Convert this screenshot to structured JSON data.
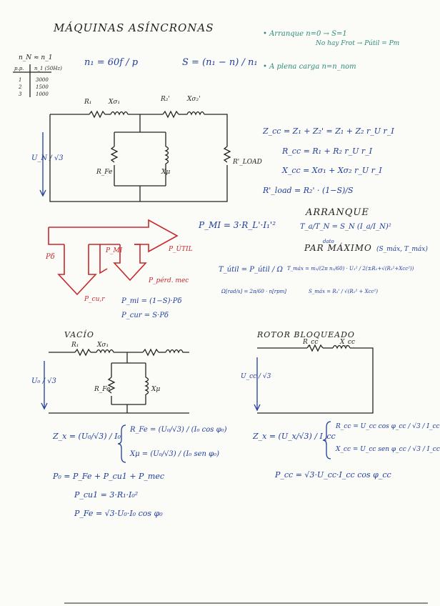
{
  "title": "MÁQUINAS ASÍNCRONAS",
  "speed_table": {
    "header": "n_N ≈ n_1",
    "col1": "p.p.",
    "col2": "n_1 (50Hz)",
    "rows": [
      [
        "1",
        "3000"
      ],
      [
        "2",
        "1500"
      ],
      [
        "3",
        "1000"
      ]
    ]
  },
  "formula_n1": "n₁ = 60f / p",
  "formula_s": "S = (n₁ − n) / n₁",
  "notes": {
    "arranque": "• Arranque  n=0 → S=1",
    "noload": "No hay Frot → Pútil = Pm",
    "plena_carga": "• A plena carga  n=n_nom"
  },
  "circuit_top": {
    "r1": "R₁",
    "x1": "Xσ₁",
    "r2": "R₂'",
    "x2": "Xσ₂'",
    "rfe": "R_Fe",
    "xmu": "Xμ",
    "rload": "R'_LOAD",
    "voltage": "U_N / √3"
  },
  "equations_right": {
    "zcc": "Z_cc = Z₁ + Z₂' = Z₁ + Z₂ r_U r_I",
    "rcc": "R_cc = R₁ + R₂ r_U r_I",
    "xcc": "X_cc = Xσ₁ + Xσ₂ r_U r_I",
    "rload": "R'_load = R₂' · (1−S)/S"
  },
  "power_flow": {
    "pmi_eq": "P_MI = 3·R_L'·I₁'²",
    "pd": "Pδ",
    "pmi": "P_MI",
    "putil": "P_ÚTIL",
    "pcur": "P_cu,r",
    "pmec": "P_pérd. mec",
    "pmi_rel": "P_mi = (1−S)·Pδ",
    "pcur_rel": "P_cur = S·Pδ"
  },
  "torque": {
    "tutil": "T_útil = P_útil / Ω",
    "omega": "Ω[rad/s] = 2π/60 · n[rpm]",
    "smax": "S_máx = R₂' / √(R₁² + Xcc²)"
  },
  "arranque": {
    "title": "ARRANQUE",
    "eq": "T_a/T_N = S_N (I_a/I_N)²",
    "sub": "dato"
  },
  "par_maximo": {
    "title": "PAR MÁXIMO",
    "sub": "(S_máx, T_máx)",
    "eq": "T_máx = m₁/(2π n₁/60) · U₁² / 2(±R₁+√(R₁²+Xcc²))"
  },
  "vacio": {
    "title": "VACÍO",
    "r1": "R₁",
    "x1": "Xσ₁",
    "rfe": "R_Fe",
    "xmu": "Xμ",
    "voltage": "U₀ / √3",
    "zx": "Z_x = (U₀/√3) / I₀",
    "rfe_eq": "R_Fe = (U₀/√3) / (I₀ cos φ₀)",
    "xmu_eq": "Xμ = (U₀/√3) / (I₀ sen φ₀)",
    "p0": "P₀ = P_Fe + P_cu1 + P_mec",
    "pcu1": "P_cu1 = 3·R₁·I₀²",
    "pfe": "P_Fe = √3·U₀·I₀ cos φ₀"
  },
  "rotor_bloqueado": {
    "title": "ROTOR BLOQUEADO",
    "rcc": "R_cc",
    "xcc": "X_cc",
    "voltage": "U_cc / √3",
    "zx": "Z_x = (U_x/√3) / I_cc",
    "rcc_eq": "R_cc = U_cc cos φ_cc / √3 / I_cc",
    "xcc_eq": "X_cc = U_cc sen φ_cc / √3 / I_cc",
    "pcc": "P_cc = √3·U_cc·I_cc cos φ_cc"
  },
  "colors": {
    "ink_black": "#222222",
    "ink_blue": "#1f3d9a",
    "ink_green": "#2f8a7a",
    "ink_red": "#c8282c"
  }
}
